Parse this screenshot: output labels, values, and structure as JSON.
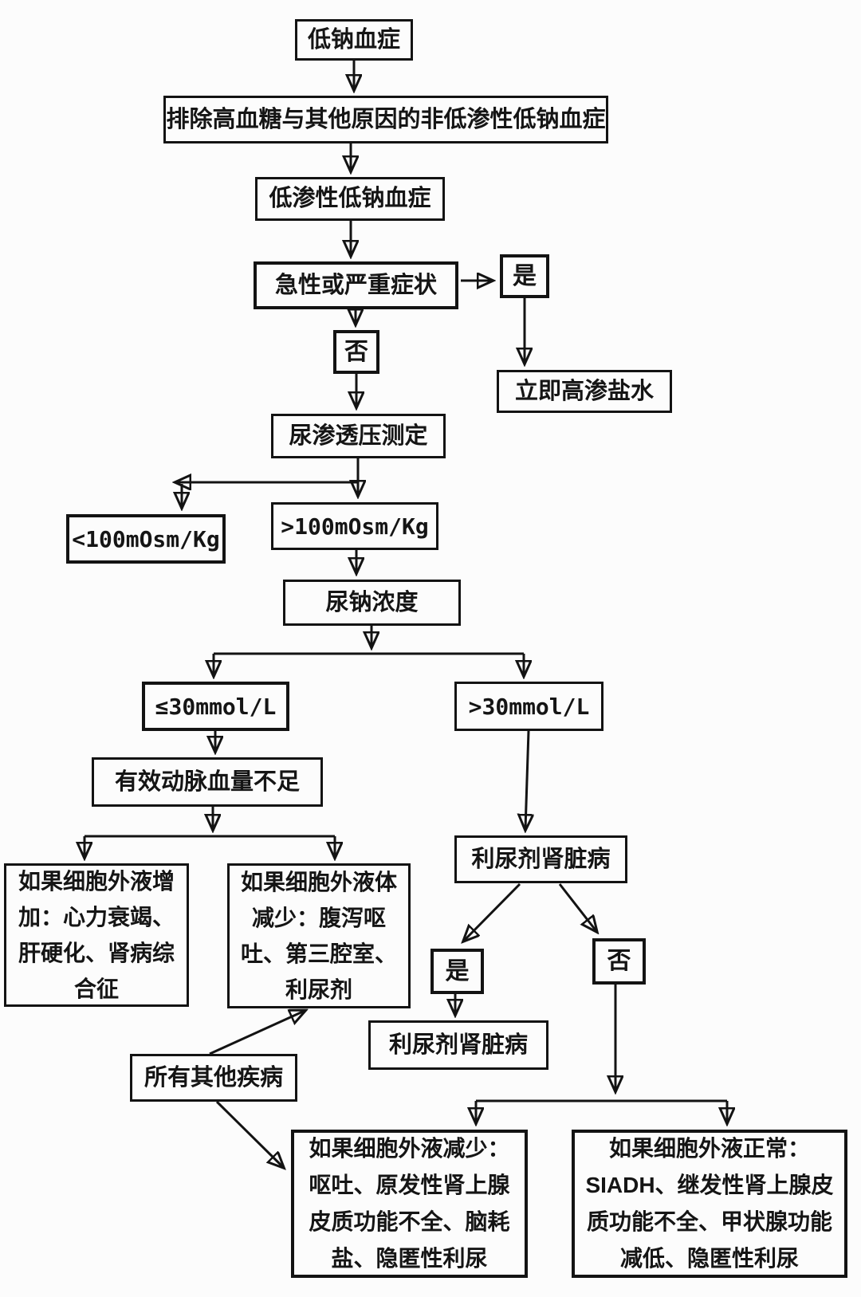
{
  "diagram": {
    "type": "flowchart",
    "language": "zh-CN",
    "topic_node": "低钠血症",
    "colors": {
      "ink": "#131313",
      "background": "#fcfcfc"
    }
  },
  "nodes": {
    "hyponatremia": {
      "label": "低钠血症"
    },
    "exclude_hyperglycemia": {
      "label": "排除高血糖与其他原因的非低渗性低钠血症"
    },
    "hypotonic_hyponatremia": {
      "label": "低渗性低钠血症"
    },
    "acute_severe_symptoms": {
      "label": "急性或严重症状"
    },
    "yes_1": {
      "label": "是"
    },
    "no_1": {
      "label": "否"
    },
    "hypertonic_saline": {
      "label": "立即高渗盐水"
    },
    "urine_osmolality": {
      "label": "尿渗透压测定"
    },
    "osm_lt_100": {
      "label": "<100mOsm/Kg"
    },
    "osm_gt_100": {
      "label": ">100mOsm/Kg"
    },
    "urine_sodium": {
      "label": "尿钠浓度"
    },
    "na_le_30": {
      "label": "≤30mmol/L"
    },
    "na_gt_30": {
      "label": ">30mmol/L"
    },
    "eabv_insufficient": {
      "label": "有效动脉血量不足"
    },
    "ecf_increased": {
      "label": "如果细胞外液增\n加：心力衰竭、\n肝硬化、肾病综\n合征"
    },
    "ecf_decreased": {
      "label": "如果细胞外液体\n减少：腹泻呕\n吐、第三腔室、\n利尿剂"
    },
    "diuretic_kidney_1": {
      "label": "利尿剂肾脏病"
    },
    "yes_2": {
      "label": "是"
    },
    "no_2": {
      "label": "否"
    },
    "diuretic_kidney_2": {
      "label": "利尿剂肾脏病"
    },
    "all_other_diseases": {
      "label": "所有其他疾病"
    },
    "ecf_reduced_causes": {
      "label": "如果细胞外液减少：\n呕吐、原发性肾上腺\n皮质功能不全、脑耗\n盐、隐匿性利尿"
    },
    "ecf_normal_causes": {
      "label": "如果细胞外液正常：\nSIADH、继发性肾上腺皮\n质功能不全、甲状腺功能\n减低、隐匿性利尿"
    }
  },
  "edges": [
    {
      "from": "hyponatremia",
      "to": "exclude_hyperglycemia"
    },
    {
      "from": "exclude_hyperglycemia",
      "to": "hypotonic_hyponatremia"
    },
    {
      "from": "hypotonic_hyponatremia",
      "to": "acute_severe_symptoms"
    },
    {
      "from": "acute_severe_symptoms",
      "to": "yes_1"
    },
    {
      "from": "yes_1",
      "to": "hypertonic_saline"
    },
    {
      "from": "acute_severe_symptoms",
      "to": "no_1"
    },
    {
      "from": "no_1",
      "to": "urine_osmolality"
    },
    {
      "from": "urine_osmolality",
      "to": "osm_lt_100"
    },
    {
      "from": "urine_osmolality",
      "to": "osm_gt_100"
    },
    {
      "from": "osm_gt_100",
      "to": "urine_sodium"
    },
    {
      "from": "urine_sodium",
      "to": "na_le_30"
    },
    {
      "from": "urine_sodium",
      "to": "na_gt_30"
    },
    {
      "from": "na_le_30",
      "to": "eabv_insufficient"
    },
    {
      "from": "eabv_insufficient",
      "to": "ecf_increased"
    },
    {
      "from": "eabv_insufficient",
      "to": "ecf_decreased"
    },
    {
      "from": "na_gt_30",
      "to": "diuretic_kidney_1"
    },
    {
      "from": "diuretic_kidney_1",
      "to": "yes_2"
    },
    {
      "from": "diuretic_kidney_1",
      "to": "no_2"
    },
    {
      "from": "yes_2",
      "to": "diuretic_kidney_2"
    },
    {
      "from": "all_other_diseases",
      "to": "ecf_decreased"
    },
    {
      "from": "all_other_diseases",
      "to": "ecf_reduced_causes"
    },
    {
      "from": "no_2",
      "to": "ecf_reduced_causes"
    },
    {
      "from": "no_2",
      "to": "ecf_normal_causes"
    }
  ]
}
